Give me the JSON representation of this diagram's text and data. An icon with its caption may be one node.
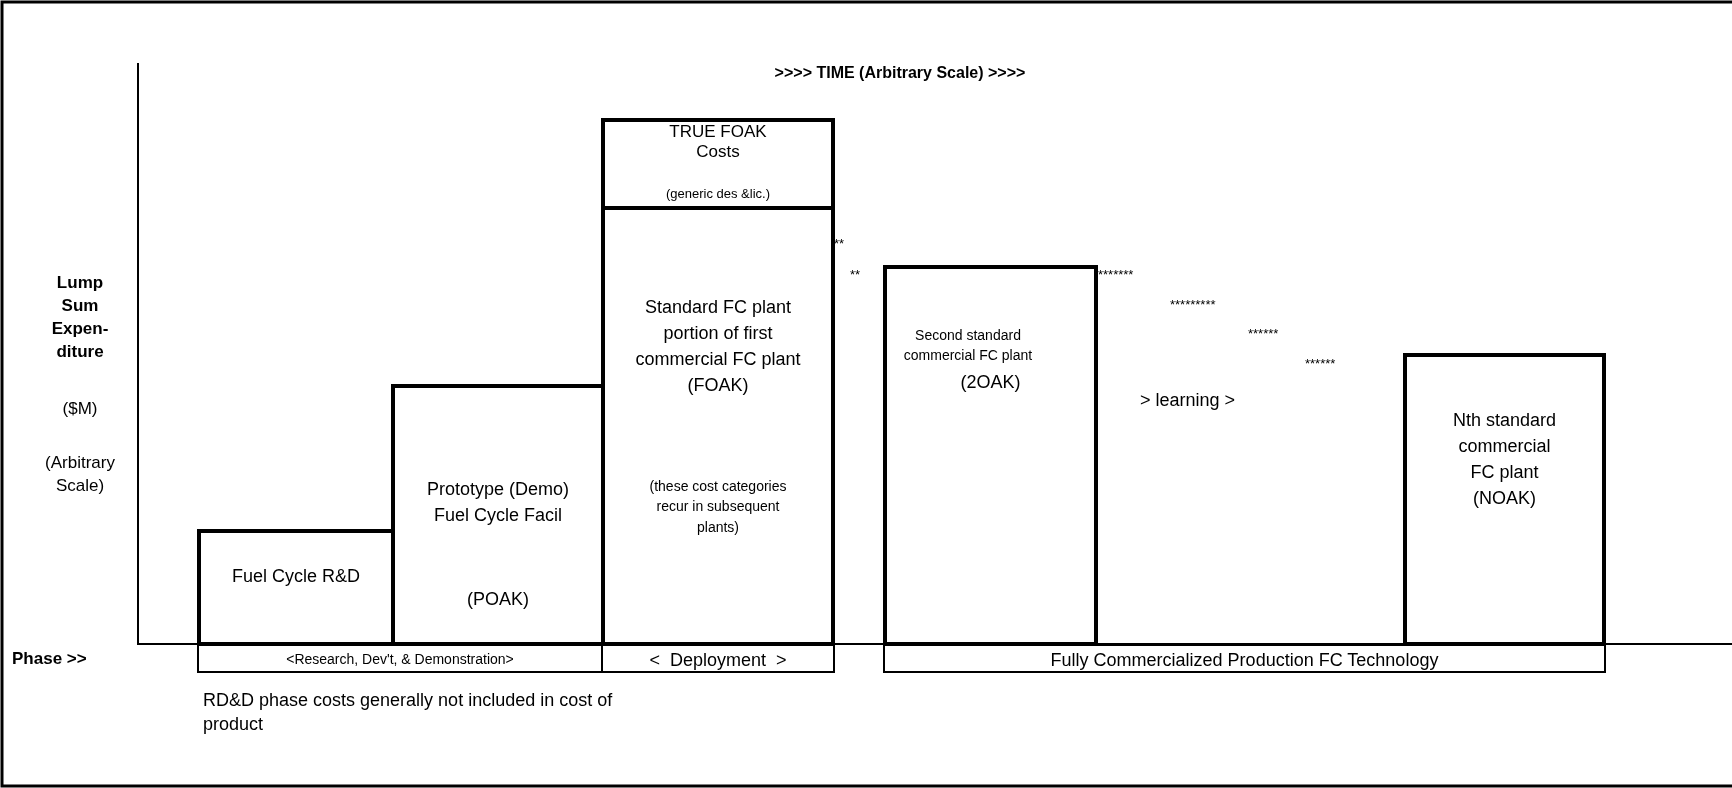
{
  "diagram": {
    "nodes": [
      {
        "text": [
          "Fuel Cycle R&D"
        ]
      },
      {
        "text": [
          "Prototype (Demo) Fuel Cycle Facil",
          "(POAK)"
        ]
      },
      {
        "text": [
          "TRUE FOAK Costs",
          "(generic des &lic.)"
        ]
      },
      {
        "text": [
          "Standard FC plant portion of first commercial FC plant (FOAK)",
          "(these cost categories recur in subsequent plants)"
        ]
      },
      {
        "text": [
          "Second standard commercial FC plant",
          "(2OAK)"
        ]
      },
      {
        "text": [
          "Nth standard commercial FC plant (NOAK)"
        ]
      },
      {
        "text": [
          "<Research, Dev't, & Demonstration>"
        ]
      },
      {
        "text": [
          "<  Deployment  >"
        ]
      },
      {
        "text": [
          "Fully Commercialized Production FC Technology"
        ]
      }
    ],
    "labels": [
      ">>>> TIME (Arbitrary Scale) >>>>",
      "Lump Sum Expen- diture",
      "($M)",
      "(Arbitrary Scale)",
      "**",
      "**",
      "*******",
      "*********",
      "******",
      "******",
      "> learning >",
      "Phase >>",
      "RD&D phase costs generally not included in cost of product"
    ]
  }
}
